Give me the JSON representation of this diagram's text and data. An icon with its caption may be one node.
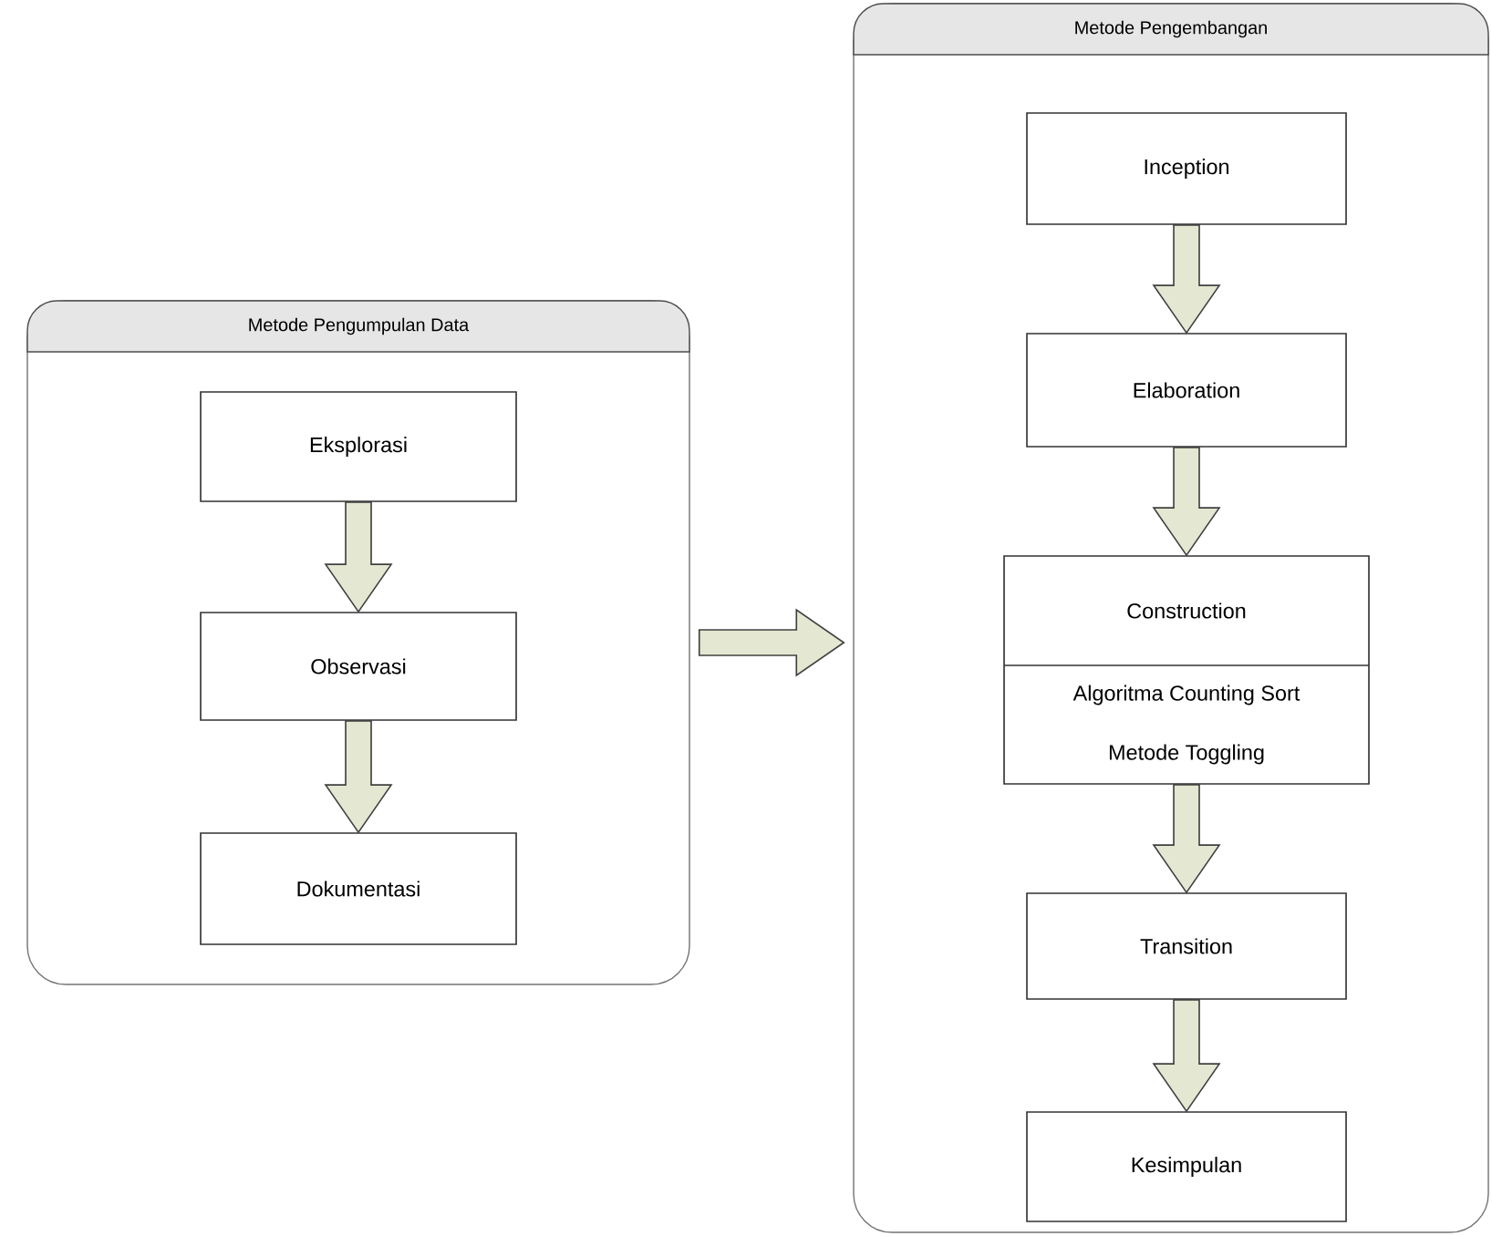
{
  "diagram": {
    "nodes": [
      {
        "text": [
          "Metode Pengumpulan Data"
        ]
      },
      {
        "text": [
          "Eksplorasi"
        ],
        "in": 0
      },
      {
        "text": [
          "Observasi"
        ],
        "in": 0
      },
      {
        "text": [
          "Dokumentasi"
        ],
        "in": 0
      },
      {
        "text": [
          "Metode Pengembangan"
        ]
      },
      {
        "text": [
          "Inception"
        ],
        "in": 4
      },
      {
        "text": [
          "Elaboration"
        ],
        "in": 4
      },
      {
        "text": [
          "Construction",
          "Algoritma Counting Sort",
          "Metode Toggling"
        ],
        "in": 4
      },
      {
        "text": [
          "Transition"
        ],
        "in": 4
      },
      {
        "text": [
          "Kesimpulan"
        ],
        "in": 4
      }
    ],
    "edges": [
      {
        "from": 1,
        "to": 2,
        "arrow": "to"
      },
      {
        "from": 2,
        "to": 3,
        "arrow": "to"
      },
      {
        "from": 0,
        "to": 4,
        "arrow": "to"
      },
      {
        "from": 5,
        "to": 6,
        "arrow": "to"
      },
      {
        "from": 6,
        "to": 7,
        "arrow": "to"
      },
      {
        "from": 7,
        "to": 8,
        "arrow": "to"
      },
      {
        "from": 8,
        "to": 9,
        "arrow": "to"
      }
    ]
  }
}
